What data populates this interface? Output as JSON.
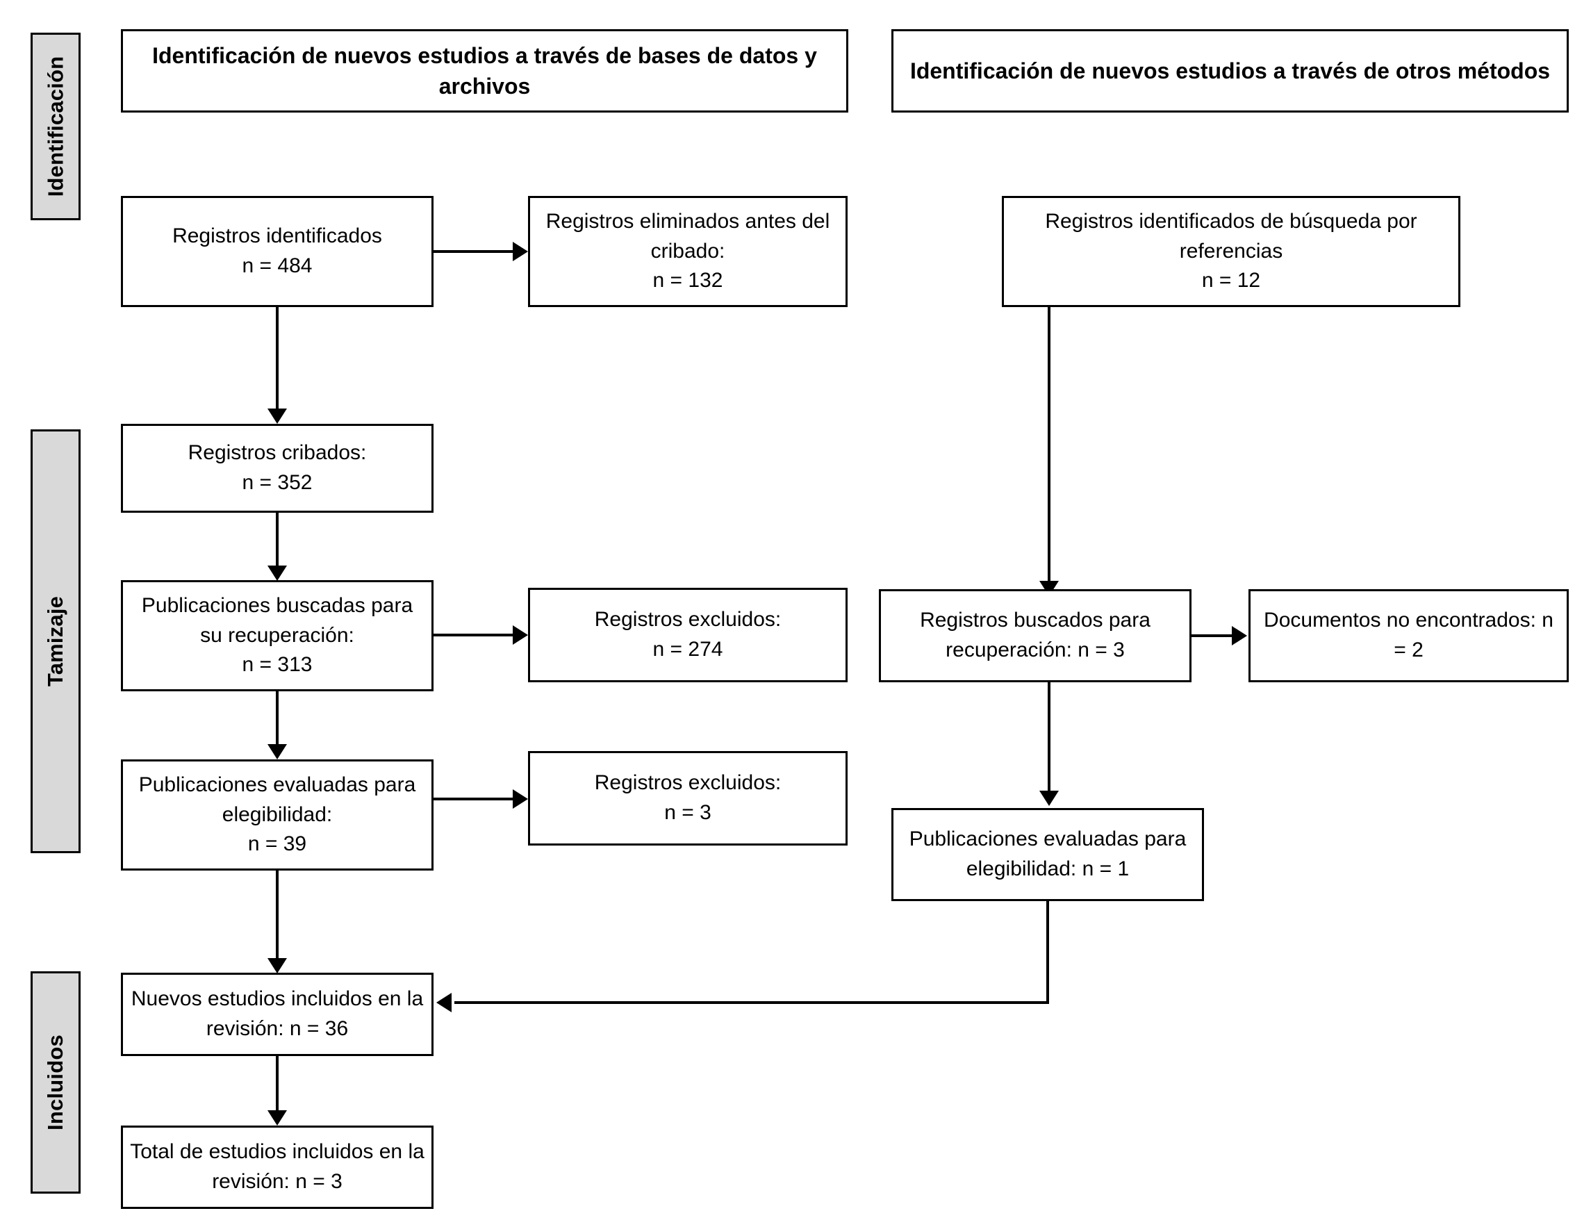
{
  "diagram": {
    "type": "prisma-flow-diagram",
    "language": "es"
  },
  "stages": [
    {
      "key": "identificacion",
      "label": "Identificación"
    },
    {
      "key": "tamizaje",
      "label": "Tamizaje"
    },
    {
      "key": "incluidos",
      "label": "Incluidos"
    }
  ],
  "headers": {
    "left": "Identificación de nuevos estudios a través de bases de datos y archivos",
    "right": "Identificación de nuevos estudios a través de otros métodos"
  },
  "boxes": {
    "records_identified": "Registros identificados\nn = 484",
    "records_removed": "Registros eliminados antes del cribado:\nn = 132",
    "records_identified_ref": "Registros identificados de búsqueda por referencias\nn = 12",
    "records_screened": "Registros cribados:\nn = 352",
    "reports_sought": "Publicaciones buscadas para su recuperación:\nn = 313",
    "records_excluded_274": "Registros excluidos:\nn = 274",
    "reports_sought_other": "Registros buscados para recuperación: n = 3",
    "reports_not_retrieved": "Documentos no encontrados: n = 2",
    "reports_assessed": "Publicaciones evaluadas para elegibilidad:\nn = 39",
    "records_excluded_3": "Registros excluidos:\nn = 3",
    "reports_assessed_other": "Publicaciones evaluadas para elegibilidad: n = 1",
    "new_studies_included": "Nuevos estudios incluidos en la revisión: n = 36",
    "total_studies_included": "Total de estudios incluidos en la revisión: n = 3"
  },
  "counts": {
    "records_identified": 484,
    "records_removed": 132,
    "records_identified_ref": 12,
    "records_screened": 352,
    "reports_sought": 313,
    "records_excluded_274": 274,
    "reports_sought_other": 3,
    "reports_not_retrieved": 2,
    "reports_assessed": 39,
    "records_excluded_3": 3,
    "reports_assessed_other": 1,
    "new_studies_included": 36,
    "total_studies_included": 3
  },
  "colors": {
    "stage_fill": "#d9d9d9",
    "border": "#000000",
    "background": "#ffffff",
    "text": "#000000"
  }
}
